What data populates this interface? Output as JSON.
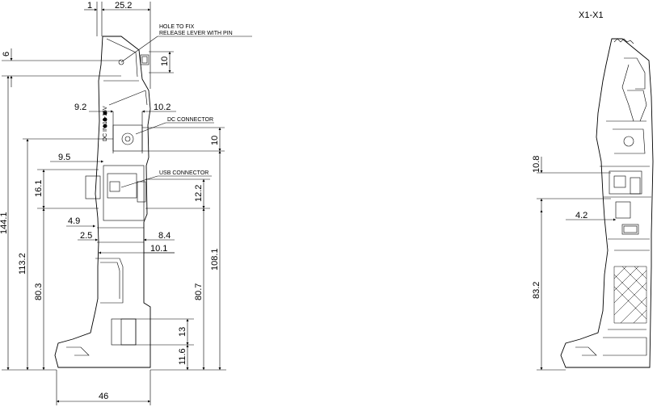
{
  "section_title": "X1-X1",
  "callouts": {
    "hole_line1": "HOLE TO FIX",
    "hole_line2": "RELEASE LEVER WITH PIN",
    "dc": "DC CONNECTOR",
    "usb": "USB CONNECTOR"
  },
  "side_view_dims": {
    "d_1": "1",
    "d_25_2": "25.2",
    "d_6": "6",
    "d_10_top": "10",
    "d_9_2": "9.2",
    "d_10_2": "10.2",
    "d_10_dc": "10",
    "d_9_5": "9.5",
    "d_16_1": "16.1",
    "d_12_2": "12.2",
    "d_4_9": "4.9",
    "d_2_5": "2.5",
    "d_8_4": "8.4",
    "d_10_1": "10.1",
    "d_144_1": "144.1",
    "d_113_2": "113.2",
    "d_80_3": "80.3",
    "d_80_7": "80.7",
    "d_108_1": "108.1",
    "d_13": "13",
    "d_11_6": "11.6",
    "d_46": "46"
  },
  "section_view_dims": {
    "d_10_8": "10.8",
    "d_4_2": "4.2",
    "d_83_2": "83.2"
  }
}
